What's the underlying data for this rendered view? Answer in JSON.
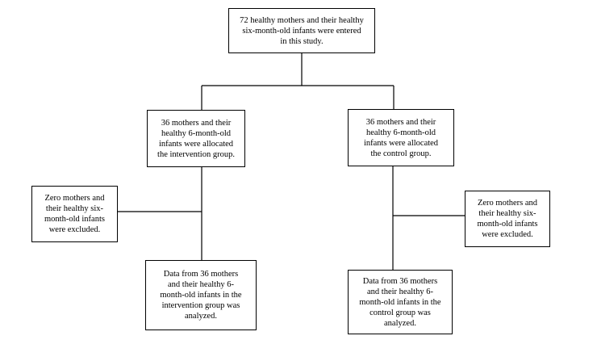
{
  "flowchart": {
    "enrolled": "72 healthy mothers and their healthy\nsix-month-old infants were entered\nin this study.",
    "intervention_allocated": "36 mothers and their\nhealthy 6-month-old\ninfants were allocated\nthe intervention group.",
    "control_allocated": "36 mothers and their\nhealthy 6-month-old\ninfants were allocated\nthe control group.",
    "intervention_excluded": "Zero mothers and\ntheir healthy six-\nmonth-old infants\nwere excluded.",
    "control_excluded": "Zero mothers and\ntheir healthy six-\nmonth-old infants\nwere excluded.",
    "intervention_analyzed": "Data from 36 mothers\nand their healthy 6-\nmonth-old infants in the\nintervention group was\nanalyzed.",
    "control_analyzed": "Data from 36 mothers\nand their healthy 6-\nmonth-old infants in the\ncontrol group was\nanalyzed."
  }
}
